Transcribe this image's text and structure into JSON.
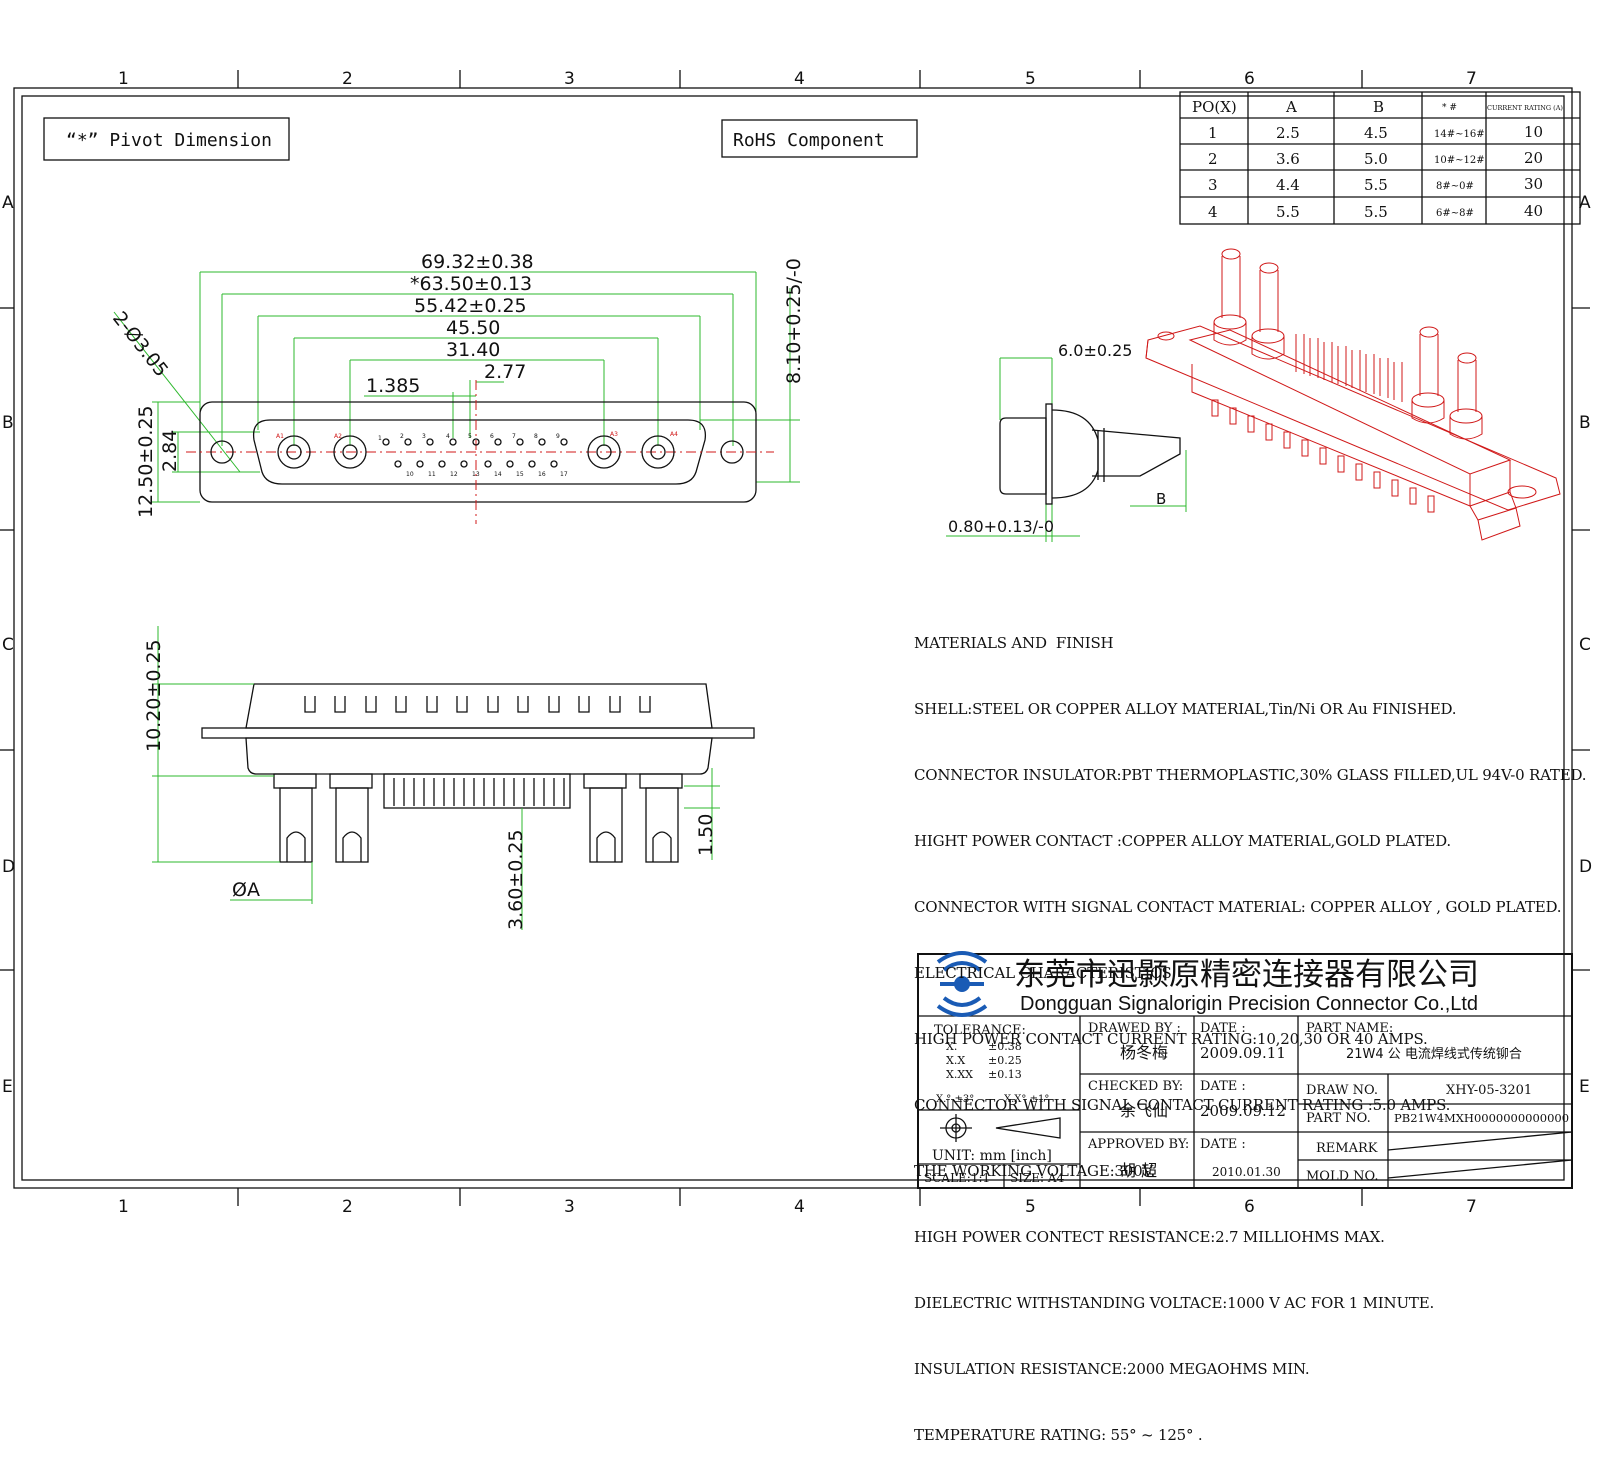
{
  "pivot_note": "“*” Pivot Dimension",
  "rohs": "RoHS  Component",
  "grid": {
    "cols": [
      "1",
      "2",
      "3",
      "4",
      "5",
      "6",
      "7"
    ],
    "rows": [
      "A",
      "B",
      "C",
      "D",
      "E"
    ]
  },
  "table": {
    "headers": [
      "PO(X)",
      "A",
      "B",
      "* #",
      "CURRENT RATING (A)"
    ],
    "rows": [
      [
        "1",
        "2.5",
        "4.5",
        "14#~16#",
        "10"
      ],
      [
        "2",
        "3.6",
        "5.0",
        "10#~12#",
        "20"
      ],
      [
        "3",
        "4.4",
        "5.5",
        "8#~0#",
        "30"
      ],
      [
        "4",
        "5.5",
        "5.5",
        "6#~8#",
        "40"
      ]
    ]
  },
  "dims": {
    "overall": "69.32±0.38",
    "pivot": "*63.50±0.13",
    "shell": "55.42±0.25",
    "outer_pins": "45.50",
    "inner_pins": "31.40",
    "pitch": "2.77",
    "half_pitch": "1.385",
    "holes": "2-Ø3.05",
    "height": "12.50±0.25",
    "row": "2.84",
    "depth": "8.10+0.25/-0",
    "side_width": "6.0±0.25",
    "flange": "0.80+0.13/-0",
    "b_label": "B",
    "body_h": "10.20±0.25",
    "tail": "3.60±0.25",
    "pin_off": "1.50",
    "phi_a": "ØA"
  },
  "pin_labels_top": [
    "A1",
    "A2",
    "1",
    "2",
    "3",
    "4",
    "5",
    "6",
    "7",
    "8",
    "9",
    "A3",
    "A4"
  ],
  "pin_labels_bottom": [
    "10",
    "11",
    "12",
    "13",
    "14",
    "15",
    "16",
    "17"
  ],
  "notes": [
    "MATERIALS AND  FINISH",
    "SHELL:STEEL OR COPPER ALLOY MATERIAL,Tin/Ni OR Au FINISHED.",
    "CONNECTOR INSULATOR:PBT THERMOPLASTIC,30% GLASS FILLED,UL 94V-0 RATED.",
    "HIGHT POWER CONTACT :COPPER ALLOY MATERIAL,GOLD PLATED.",
    "CONNECTOR WITH SIGNAL CONTACT MATERIAL: COPPER ALLOY , GOLD PLATED.",
    "ELECTRICAL CHARACTERISTICS",
    "HIGH POWER CONTACT CURRENT RATING:10,20,30 OR 40 AMPS.",
    "CONNECTOR WITH SIGNAL CONTACT CURRENT RATING :5.0 AMPS.",
    "THE WORKING VOLTAGE:300V.",
    "HIGH POWER CONTECT RESISTANCE:2.7 MILLIOHMS MAX.",
    "DIELECTRIC WITHSTANDING VOLTACE:1000 V AC FOR 1 MINUTE.",
    "INSULATION RESISTANCE:2000 MEGAOHMS MIN.",
    "TEMPERATURE RATING: 55° ~ 125° ."
  ],
  "title_block": {
    "company_cn": "东莞市迅颢原精密连接器有限公司",
    "company_en": "Dongguan Signalorigin Precision Connector Co.,Ltd",
    "tolerance": "TOLERANCE:",
    "tol_x": "X.",
    "tol_x_v": "±0.38",
    "tol_xx": "X.X",
    "tol_xx_v": "±0.25",
    "tol_xxx": "X.XX",
    "tol_xxx_v": "±0.13",
    "tol_ang1": "X.° ±3°",
    "tol_ang2": "X.X° ±1°",
    "unit": "UNIT: mm [inch]",
    "scale": "SCALE:1:1",
    "size": "SIZE: A4",
    "drawed_by": "DRAWED BY :",
    "drawer": "杨冬梅",
    "checked_by": "CHECKED BY:",
    "checker": "余飞仙",
    "approved_by": "APPROVED BY:",
    "approver": "胡 超",
    "date_label": "DATE :",
    "date1": "2009.09.11",
    "date2": "2009.09.12",
    "date3": "2010.01.30",
    "part_name_label": "PART NAME:",
    "part_name": "21W4 公 电流焊线式传统铆合",
    "draw_no_label": "DRAW NO.",
    "draw_no": "XHY-05-3201",
    "part_no_label": "PART NO.",
    "part_no": "PB21W4MXH0000000000000",
    "remark_label": "REMARK",
    "mold_no_label": "MOLD NO."
  }
}
